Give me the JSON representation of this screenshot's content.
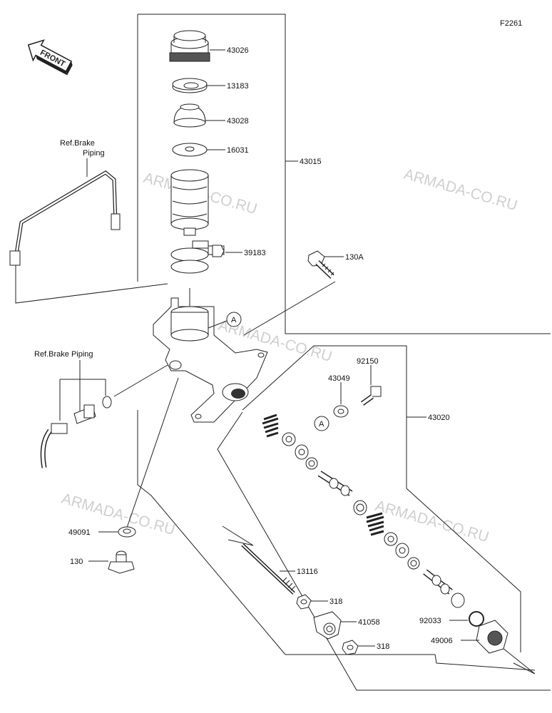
{
  "figure_code": "F2261",
  "front_label": "FRONT",
  "ref_brake_piping_1": [
    "Ref.Brake",
    "Piping"
  ],
  "ref_brake_piping_2": "Ref.Brake Piping",
  "watermark": "ARMADA-CO.RU",
  "callout_a": "A",
  "parts": {
    "p43026": "43026",
    "p13183": "13183",
    "p43028": "43028",
    "p16031": "16031",
    "p43015": "43015",
    "p39183": "39183",
    "p130A": "130A",
    "p92150": "92150",
    "p43049": "43049",
    "p43020": "43020",
    "p49091": "49091",
    "p130": "130",
    "p13116": "13116",
    "p318a": "318",
    "p41058": "41058",
    "p318b": "318",
    "p92033": "92033",
    "p49006": "49006"
  }
}
